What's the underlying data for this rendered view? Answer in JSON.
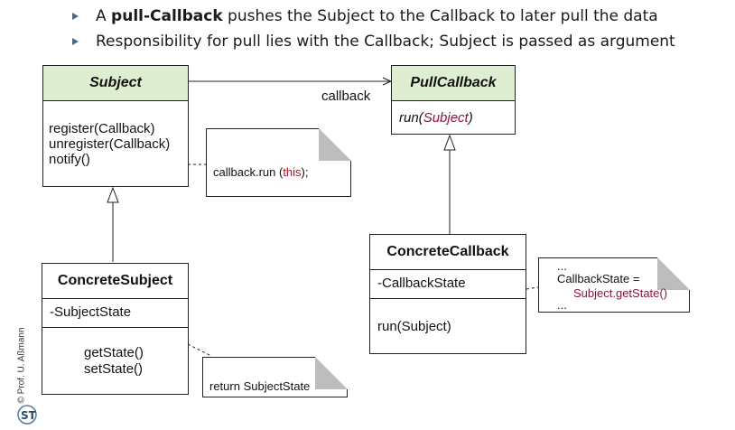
{
  "bullets": [
    {
      "bold": "pull-Callback",
      "prefix": "A ",
      "rest": " pushes the Subject to the Callback to later pull the data"
    },
    {
      "text": "Responsibility for pull lies with the Callback; Subject is passed as argument"
    }
  ],
  "subject": {
    "name": "Subject",
    "ops": [
      "register(Callback)",
      "unregister(Callback)",
      "notify()"
    ]
  },
  "pull_callback": {
    "name": "PullCallback",
    "op_prefix": "run(",
    "op_arg": "Subject",
    "op_suffix": ")"
  },
  "association_label": "callback",
  "notify_note": {
    "prefix": "callback.run (",
    "keyword": "this",
    "suffix": ");"
  },
  "concrete_subject": {
    "name": "ConcreteSubject",
    "attribute": "-SubjectState",
    "ops": [
      "getState()",
      "setState()"
    ]
  },
  "concrete_callback": {
    "name": "ConcreteCallback",
    "attribute": "-CallbackState",
    "op": "run(Subject)"
  },
  "callback_note": {
    "dots_top": "...",
    "line1": "CallbackState =",
    "line2": "Subject.getState()",
    "dots_bottom": "..."
  },
  "return_note": {
    "text": "return SubjectState"
  },
  "footer": {
    "copyright": "© Prof. U. Aßmann",
    "logo": "ST"
  },
  "colors": {
    "header_fill": "#dfeed0",
    "keyword": "#a0152b",
    "arg": "#8a1545",
    "bullet": "#4a6b8a"
  }
}
